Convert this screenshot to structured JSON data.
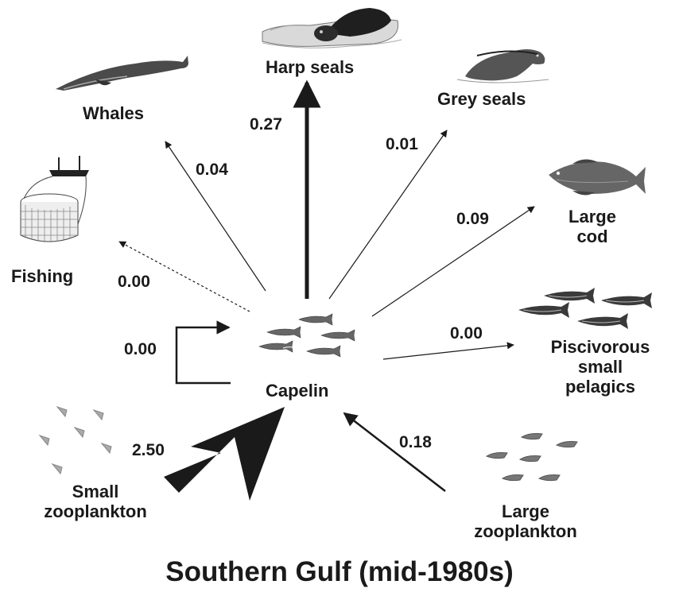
{
  "diagram": {
    "title": "Southern Gulf (mid-1980s)",
    "center_node": {
      "label": "Capelin",
      "icon": "capelin-school-icon"
    },
    "nodes": {
      "harp_seals": {
        "label": "Harp seals",
        "icon": "harp-seal-icon"
      },
      "grey_seals": {
        "label": "Grey seals",
        "icon": "grey-seal-icon"
      },
      "whales": {
        "label": "Whales",
        "icon": "whale-icon"
      },
      "fishing": {
        "label": "Fishing",
        "icon": "fishing-boat-net-icon"
      },
      "large_cod": {
        "label_lines": [
          "Large",
          "cod"
        ],
        "icon": "cod-icon"
      },
      "piscivorous": {
        "label_lines": [
          "Piscivorous",
          "small",
          "pelagics"
        ],
        "icon": "mackerel-school-icon"
      },
      "small_zooplankton": {
        "label_lines": [
          "Small",
          "zooplankton"
        ],
        "icon": "small-zooplankton-icon"
      },
      "large_zooplankton": {
        "label_lines": [
          "Large",
          "zooplankton"
        ],
        "icon": "large-zooplankton-icon"
      }
    },
    "flows": [
      {
        "from": "Capelin",
        "to": "Harp seals",
        "value": "0.27",
        "style": "thick"
      },
      {
        "from": "Capelin",
        "to": "Grey seals",
        "value": "0.01",
        "style": "thin"
      },
      {
        "from": "Capelin",
        "to": "Whales",
        "value": "0.04",
        "style": "thin"
      },
      {
        "from": "Capelin",
        "to": "Fishing",
        "value": "0.00",
        "style": "dashed"
      },
      {
        "from": "Capelin",
        "to": "Large cod",
        "value": "0.09",
        "style": "thin"
      },
      {
        "from": "Capelin",
        "to": "Piscivorous small pelagics",
        "value": "0.00",
        "style": "thin"
      },
      {
        "from": "Capelin",
        "to": "Capelin",
        "value": "0.00",
        "style": "loop"
      },
      {
        "from": "Small zooplankton",
        "to": "Capelin",
        "value": "2.50",
        "style": "huge"
      },
      {
        "from": "Large zooplankton",
        "to": "Capelin",
        "value": "0.18",
        "style": "medium"
      }
    ]
  }
}
